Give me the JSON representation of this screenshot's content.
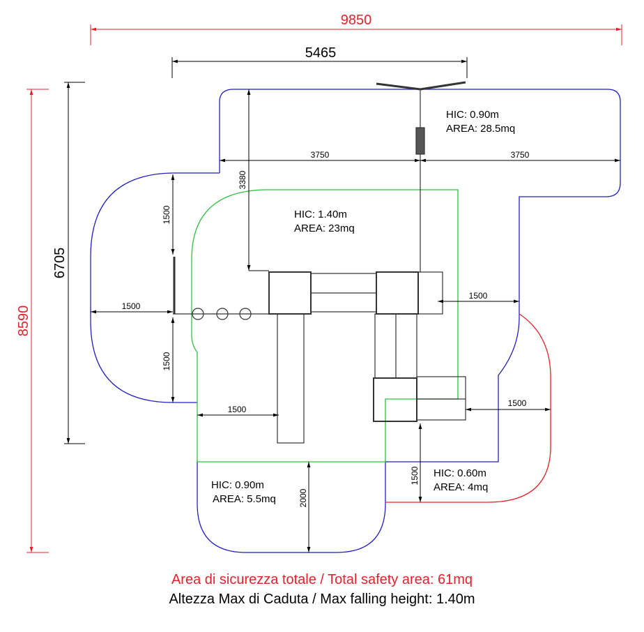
{
  "colors": {
    "red": "#e8202a",
    "blue": "#2020c0",
    "green": "#30c040",
    "black": "#000000"
  },
  "dimensions": {
    "total_width": "9850",
    "inner_width": "5465",
    "total_height": "8590",
    "inner_height": "6705",
    "left_3750": "3750",
    "right_3750": "3750",
    "vert_3380": "3380",
    "left_1500_top": "1500",
    "left_1500_bottom": "1500",
    "left_1500_horiz": "1500",
    "mid_1500": "1500",
    "right_1500_top": "1500",
    "right_1500_bottom": "1500",
    "vert_1500": "1500",
    "vert_2000": "2000"
  },
  "zones": [
    {
      "hic": "HIC: 0.90m",
      "area": "AREA: 28.5mq"
    },
    {
      "hic": "HIC: 1.40m",
      "area": "AREA: 23mq"
    },
    {
      "hic": "HIC: 0.90m",
      "area": "AREA: 5.5mq"
    },
    {
      "hic": "HIC: 0.60m",
      "area": "AREA: 4mq"
    }
  ],
  "footer": {
    "total_area": "Area di sicurezza totale / Total safety area: 61mq",
    "max_height": "Altezza Max di Caduta / Max falling height: 1.40m"
  }
}
